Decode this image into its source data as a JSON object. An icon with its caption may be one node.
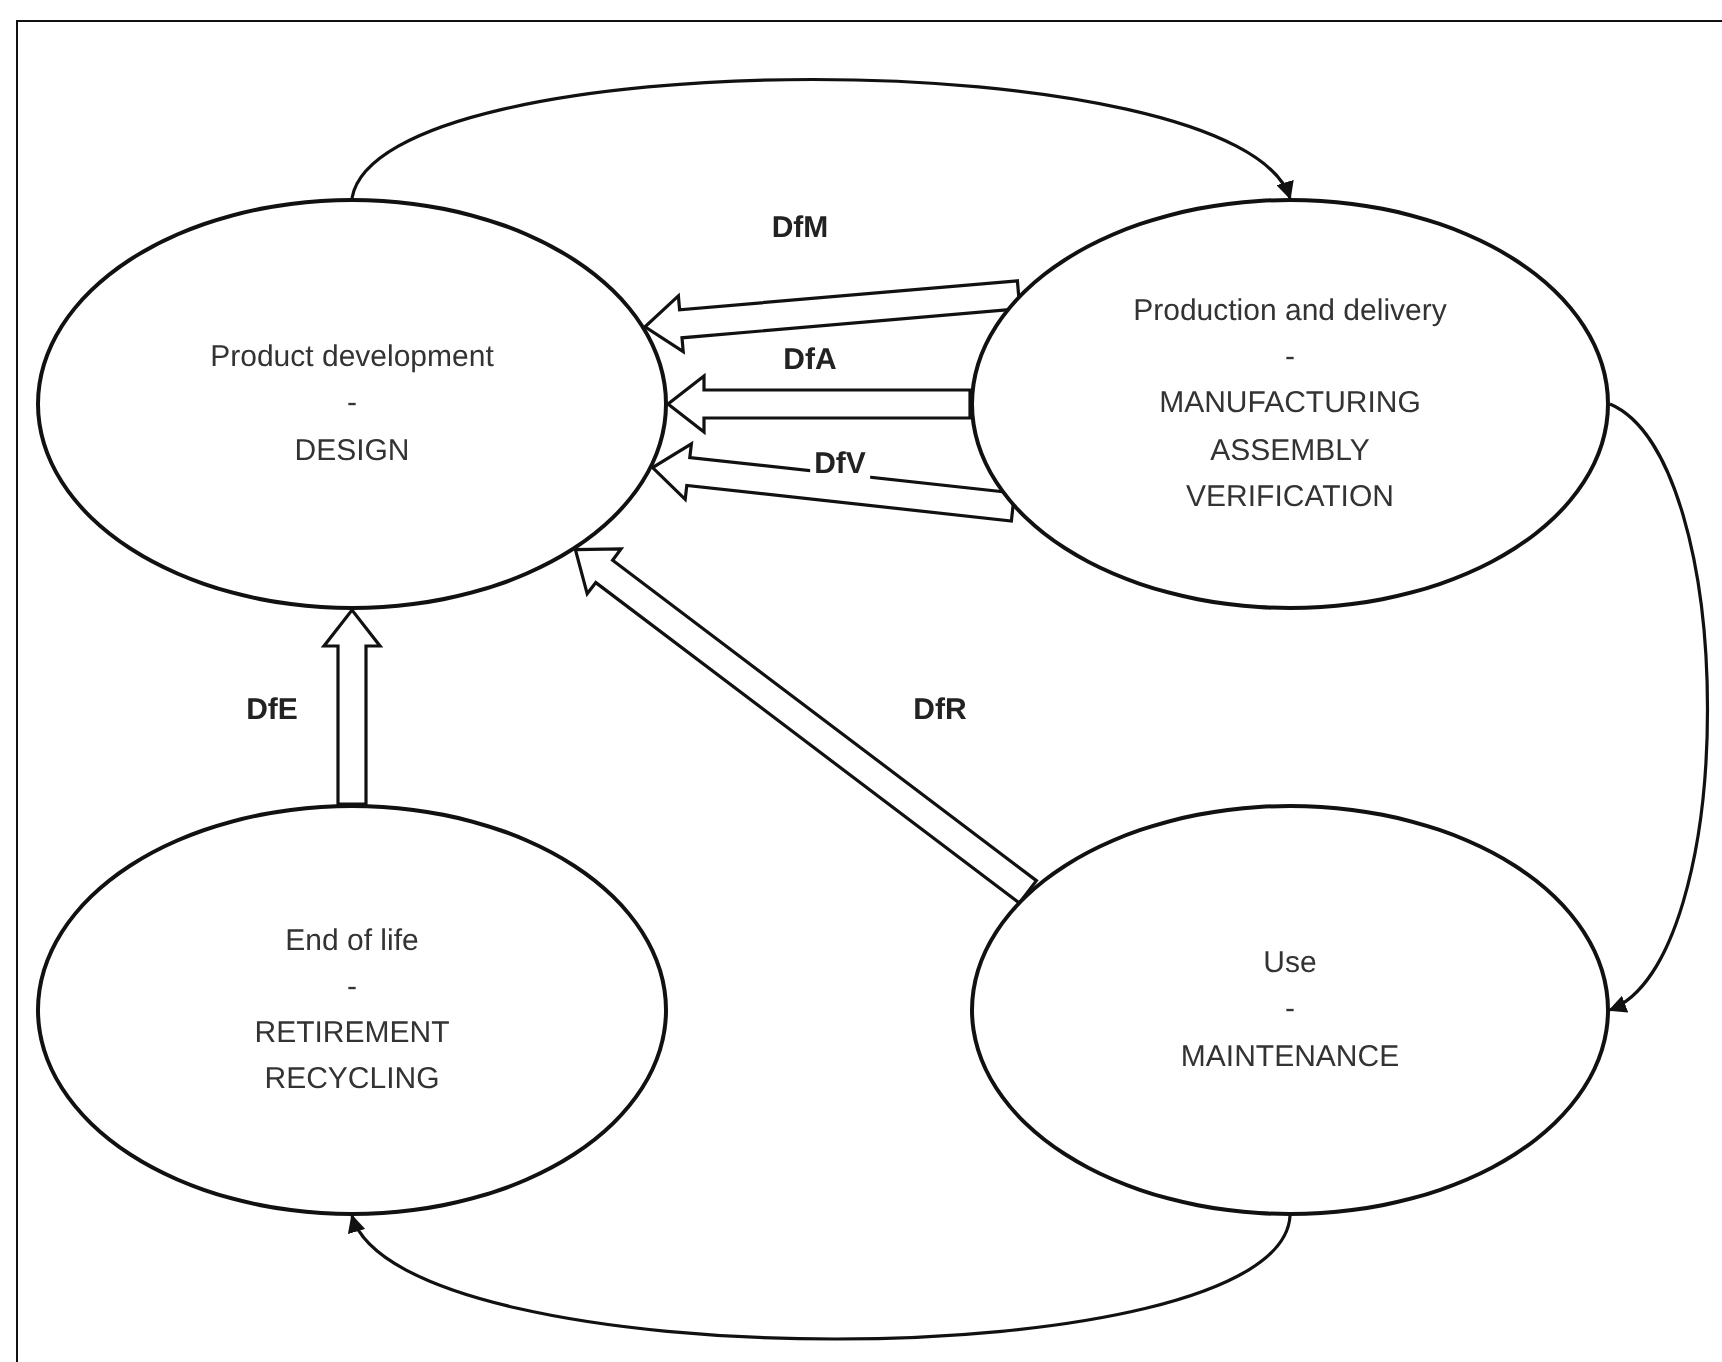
{
  "diagram": {
    "nodes": [
      {
        "text": [
          "Product development",
          "-",
          "DESIGN"
        ]
      },
      {
        "text": [
          "Production and delivery",
          "-",
          "MANUFACTURING",
          "ASSEMBLY",
          "VERIFICATION"
        ]
      },
      {
        "text": [
          "End of life",
          "-",
          "RETIREMENT",
          "RECYCLING"
        ]
      },
      {
        "text": [
          "Use",
          "-",
          "MAINTENANCE"
        ]
      }
    ],
    "edges": [
      {
        "from": 0,
        "to": 1,
        "arrow": "to"
      },
      {
        "from": 1,
        "to": 3,
        "arrow": "to"
      },
      {
        "from": 3,
        "to": 2,
        "arrow": "to"
      },
      {
        "from": 1,
        "to": 0,
        "arrow": "to",
        "label": "DfM",
        "style": "thick"
      },
      {
        "from": 1,
        "to": 0,
        "arrow": "to",
        "label": "DfA",
        "style": "thick"
      },
      {
        "from": 1,
        "to": 0,
        "arrow": "to",
        "label": "DfV",
        "style": "thick"
      },
      {
        "from": 2,
        "to": 0,
        "arrow": "to",
        "label": "DfE",
        "style": "thick"
      },
      {
        "from": 3,
        "to": 0,
        "arrow": "to",
        "label": "DfR",
        "style": "thick"
      }
    ]
  }
}
